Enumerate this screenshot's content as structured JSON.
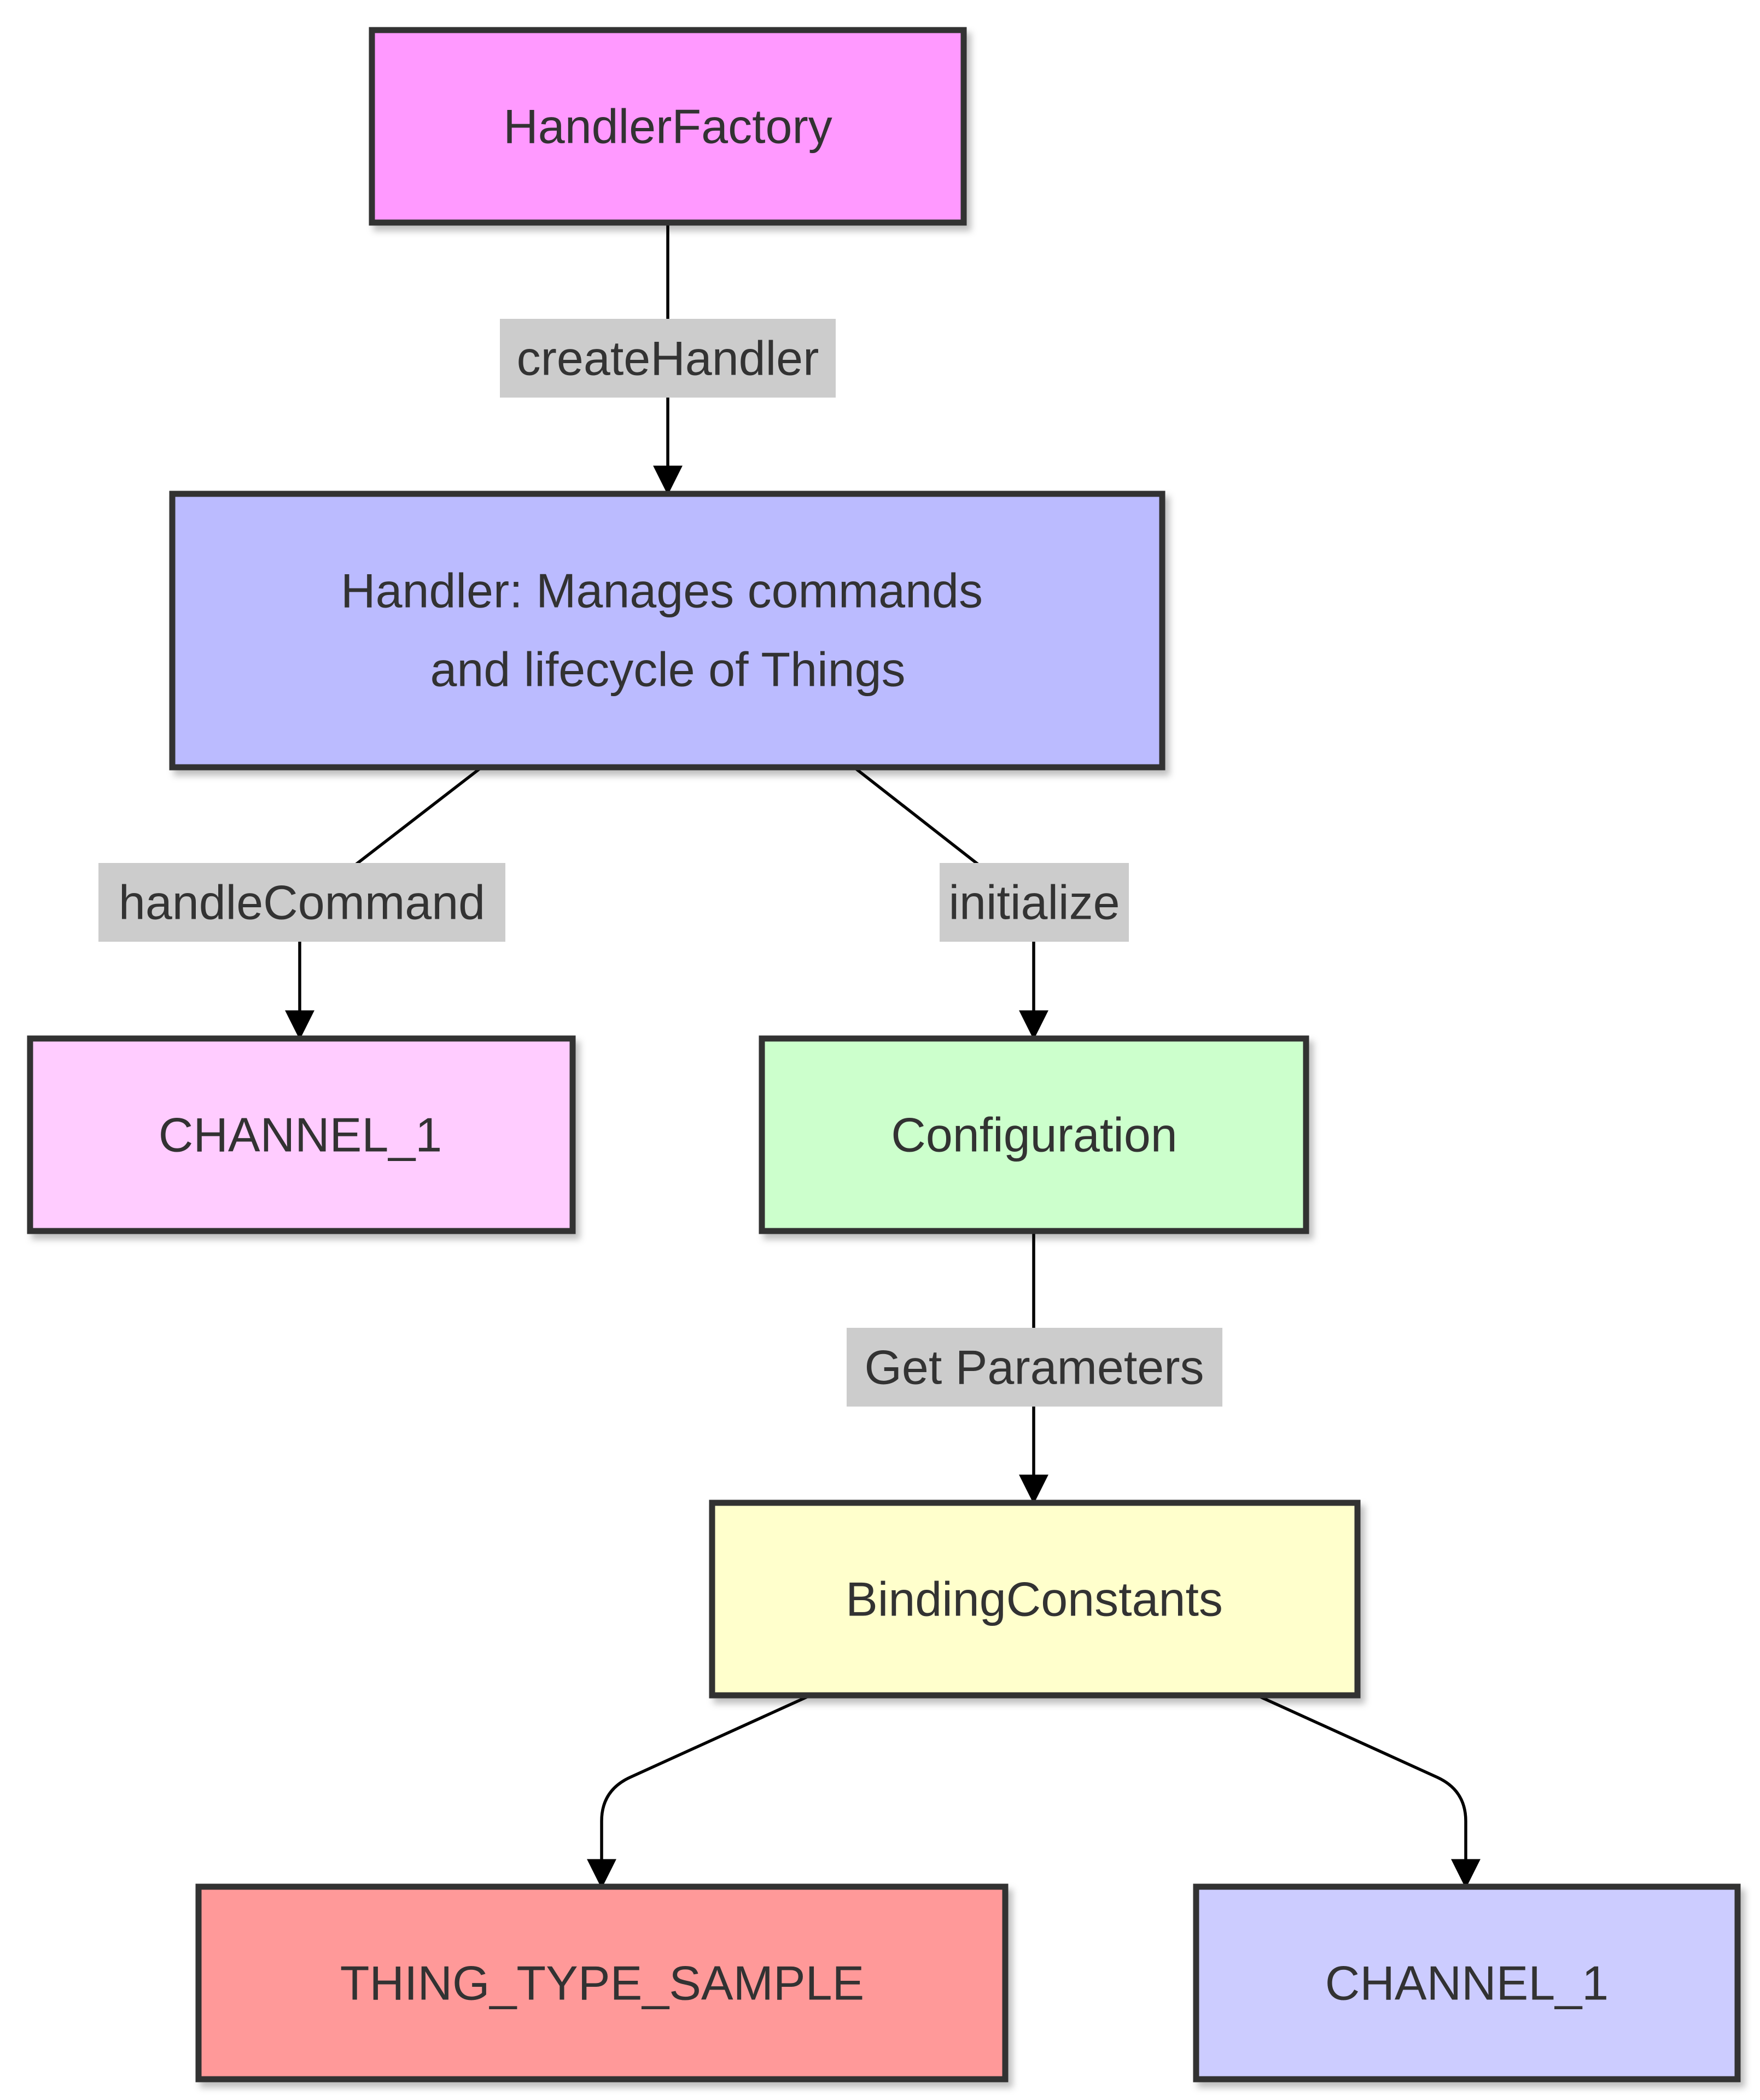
{
  "nodes": [
    {
      "id": "handler_factory",
      "label": "HandlerFactory",
      "fill": "#ff99ff"
    },
    {
      "id": "handler",
      "label": "Handler: Manages commands and lifecycle of Things",
      "lines": [
        "Handler: Manages commands",
        "and lifecycle of Things"
      ],
      "fill": "#bbbbff"
    },
    {
      "id": "channel_1_cmd",
      "label": "CHANNEL_1",
      "fill": "#ffccff"
    },
    {
      "id": "configuration",
      "label": "Configuration",
      "fill": "#ccffcc"
    },
    {
      "id": "binding_constants",
      "label": "BindingConstants",
      "fill": "#ffffcc"
    },
    {
      "id": "thing_type_sample",
      "label": "THING_TYPE_SAMPLE",
      "fill": "#ff9999"
    },
    {
      "id": "channel_1_const",
      "label": "CHANNEL_1",
      "fill": "#ccccff"
    }
  ],
  "edges": [
    {
      "from": "handler_factory",
      "to": "handler",
      "label": "createHandler"
    },
    {
      "from": "handler",
      "to": "channel_1_cmd",
      "label": "handleCommand"
    },
    {
      "from": "handler",
      "to": "configuration",
      "label": "initialize"
    },
    {
      "from": "configuration",
      "to": "binding_constants",
      "label": "Get Parameters"
    },
    {
      "from": "binding_constants",
      "to": "thing_type_sample",
      "label": ""
    },
    {
      "from": "binding_constants",
      "to": "channel_1_const",
      "label": ""
    }
  ]
}
